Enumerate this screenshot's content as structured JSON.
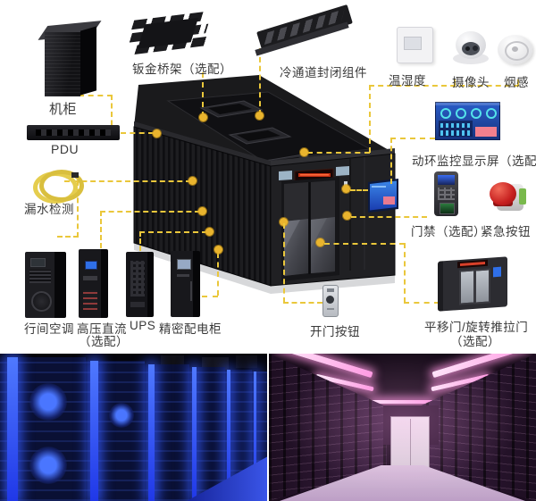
{
  "page": {
    "background": "#ffffff"
  },
  "diagram": {
    "callout_color": "#eac73b",
    "dot_color": "#e9b42e",
    "label_color": "#3a3a3a",
    "labels": {
      "cabinet": "机柜",
      "pdu": "PDU",
      "leak_detect": "漏水检测",
      "cable_tray": "钣金桥架（选配）",
      "cold_aisle": "冷通道封闭组件",
      "temp_humidity": "温湿度",
      "camera": "摄像头",
      "smoke_sensor": "烟感",
      "monitor_screen": "动环监控显示屏（选配）",
      "access_control": "门禁（选配）",
      "emergency_button": "紧急按钮",
      "row_ac": "行间空调",
      "hvdc": "高压直流",
      "hvdc_optional": "（选配）",
      "ups": "UPS",
      "power_cabinet": "精密配电柜",
      "door_button": "开门按钮",
      "sliding_door": "平移门/旋转推拉门",
      "sliding_door_optional": "（选配）"
    },
    "container_colors": {
      "body": "#1f1f22",
      "roof": "#1a1a1c",
      "led_sign": "#c23014",
      "door_glass": "#5c5e66",
      "screen_blue": "#2f7de0"
    }
  },
  "photos": {
    "left_accent": "#2b50ff",
    "right_accent": "#d48fd0"
  }
}
